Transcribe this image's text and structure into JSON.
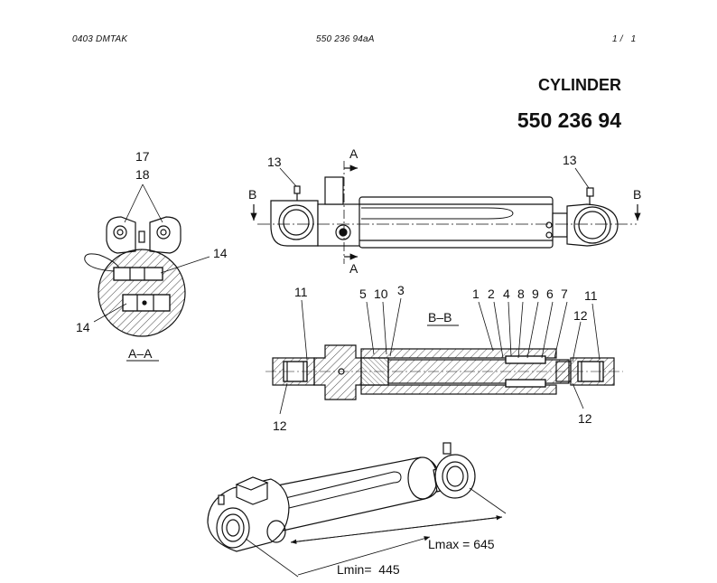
{
  "header": {
    "left_code": "0403 DMTAK",
    "drawing_number": "550 236 94aA",
    "page": "1 /   1"
  },
  "title": {
    "name": "CYLINDER",
    "part_number": "550 236 94"
  },
  "section_labels": {
    "a": "A",
    "b": "B",
    "aa": "A–A",
    "bb": "B–B"
  },
  "callouts": {
    "n1": "1",
    "n2": "2",
    "n3": "3",
    "n4": "4",
    "n5": "5",
    "n6": "6",
    "n7": "7",
    "n8": "8",
    "n9": "9",
    "n10": "10",
    "n11": "11",
    "n12": "12",
    "n13": "13",
    "n14": "14",
    "n17": "17",
    "n18": "18"
  },
  "dimensions": {
    "lmax": "Lmax = 645",
    "lmin": "Lmin=  445"
  }
}
